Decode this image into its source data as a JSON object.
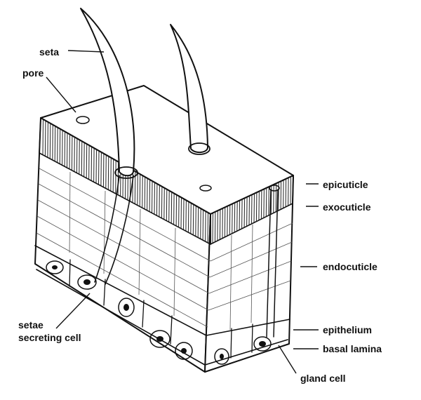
{
  "labels": {
    "seta": "seta",
    "pore": "pore",
    "epicuticle": "epicuticle",
    "exocuticle": "exocuticle",
    "endocuticle": "endocuticle",
    "epithelium": "epithelium",
    "basal_lamina": "basal lamina",
    "setae_line1": "setae",
    "setae_line2": "secreting cell",
    "gland_cell": "gland cell"
  },
  "colors": {
    "ink": "#111111",
    "background": "#ffffff"
  }
}
